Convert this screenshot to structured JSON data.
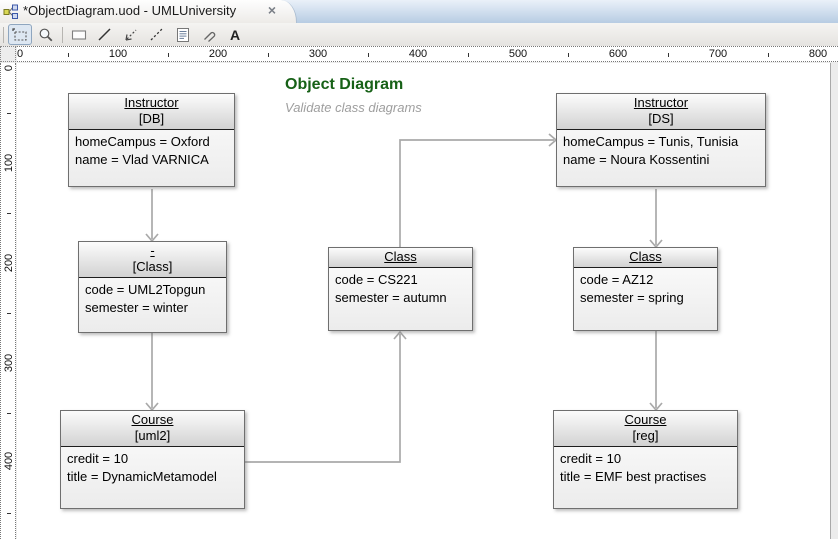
{
  "tab": {
    "title": "*ObjectDiagram.uod - UMLUniversity",
    "close_glyph": "×"
  },
  "toolbar": {
    "tools": [
      "select",
      "zoom",
      "rectangle",
      "line",
      "arrow",
      "dashed-line",
      "note",
      "attachment",
      "text"
    ],
    "text_tool_label": "A"
  },
  "rulers": {
    "horizontal": [
      "0",
      "100",
      "200",
      "300",
      "400",
      "500",
      "600",
      "700",
      "800"
    ],
    "vertical": [
      "0",
      "100",
      "200",
      "300",
      "400"
    ]
  },
  "diagram": {
    "title": "Object Diagram",
    "subtitle": "Validate class diagrams",
    "nodes": [
      {
        "id": "instructor-db",
        "name": "Instructor",
        "stereotype": "[DB]",
        "attributes": [
          "homeCampus = Oxford",
          "name = Vlad VARNICA"
        ]
      },
      {
        "id": "instructor-ds",
        "name": "Instructor",
        "stereotype": "[DS]",
        "attributes": [
          "homeCampus = Tunis, Tunisia",
          "name = Noura Kossentini"
        ]
      },
      {
        "id": "class-uml2topgun",
        "name": "-",
        "stereotype": "[Class]",
        "attributes": [
          "code = UML2Topgun",
          "semester = winter"
        ]
      },
      {
        "id": "class-cs221",
        "name": "Class",
        "attributes": [
          "code = CS221",
          "semester = autumn"
        ]
      },
      {
        "id": "class-az12",
        "name": "Class",
        "attributes": [
          "code = AZ12",
          "semester = spring"
        ]
      },
      {
        "id": "course-uml2",
        "name": "Course",
        "stereotype": "[uml2]",
        "attributes": [
          "credit = 10",
          "title = DynamicMetamodel"
        ]
      },
      {
        "id": "course-reg",
        "name": "Course",
        "stereotype": "[reg]",
        "attributes": [
          "credit = 10",
          "title = EMF best practises"
        ]
      }
    ]
  },
  "colors": {
    "diagram_title_green": "#176117",
    "connector_gray": "#a9a9a9",
    "tab_bar_blue": "#b7cce3"
  }
}
